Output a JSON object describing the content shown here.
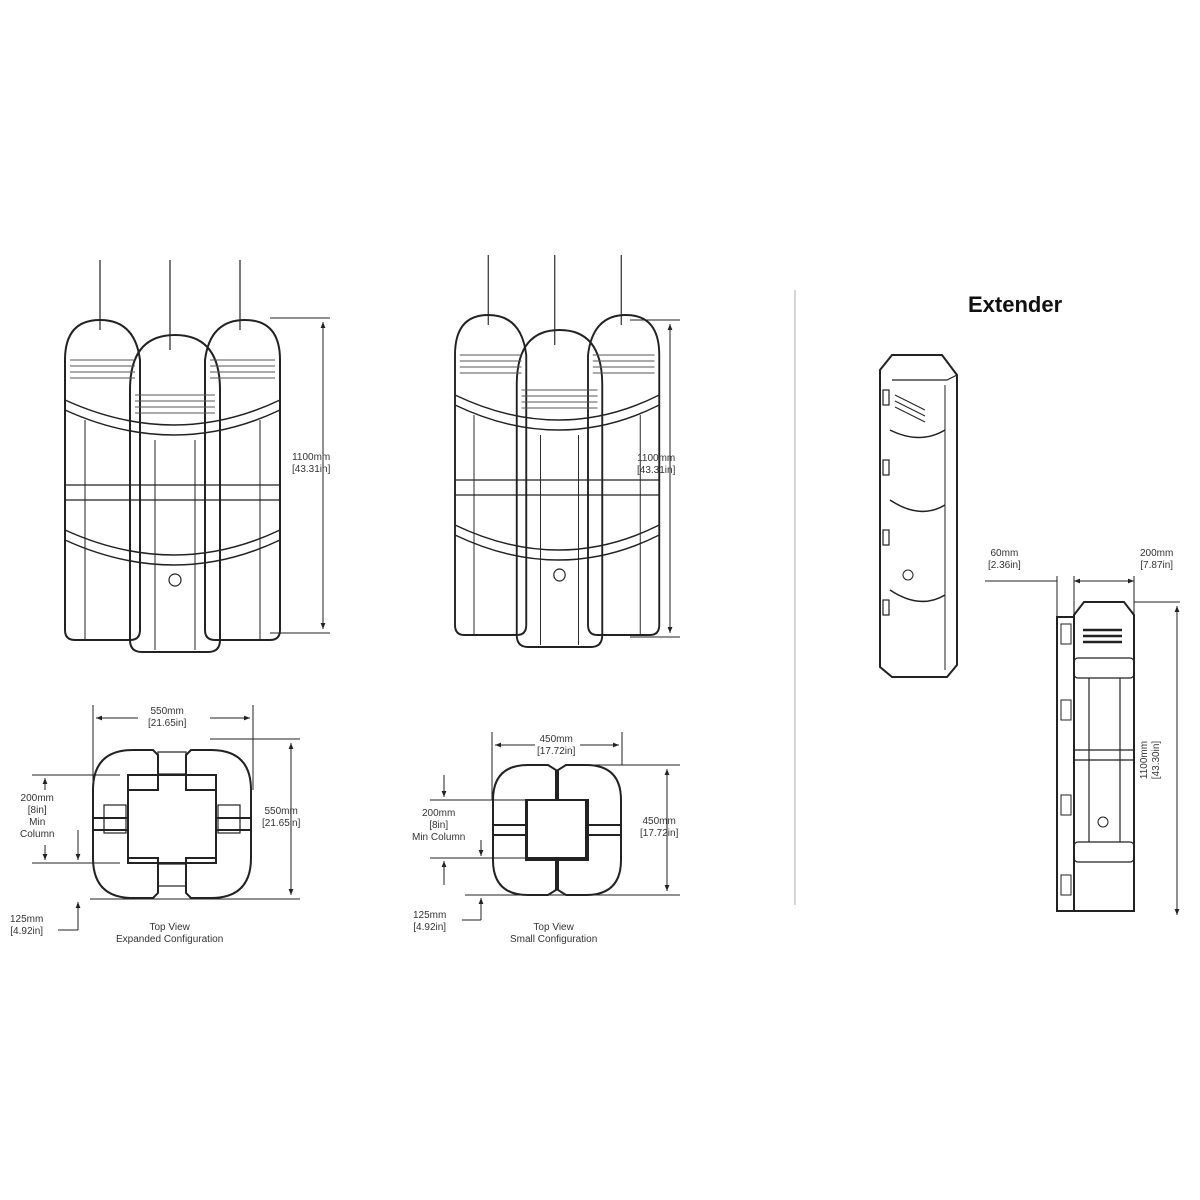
{
  "extender_title": "Extender",
  "expanded": {
    "height": "1100mm",
    "height_in": "[43.31in]",
    "width": "550mm",
    "width_in": "[21.65in]",
    "depth": "550mm",
    "depth_in": "[21.65in]",
    "column": "200mm",
    "column_in": "[8in]",
    "column_note1": "Min",
    "column_note2": "Column",
    "offset": "125mm",
    "offset_in": "[4.92in]",
    "caption1": "Top View",
    "caption2": "Expanded Configuration"
  },
  "small": {
    "height": "1100mm",
    "height_in": "[43.31in]",
    "width": "450mm",
    "width_in": "[17.72in]",
    "depth": "450mm",
    "depth_in": "[17.72in]",
    "column": "200mm",
    "column_in": "[8in]",
    "column_note": "Min Column",
    "offset": "125mm",
    "offset_in": "[4.92in]",
    "caption1": "Top View",
    "caption2": "Small Configuration"
  },
  "extender": {
    "thickness": "60mm",
    "thickness_in": "[2.36in]",
    "width": "200mm",
    "width_in": "[7.87in]",
    "height": "1100mm",
    "height_in": "[43.30in]"
  }
}
